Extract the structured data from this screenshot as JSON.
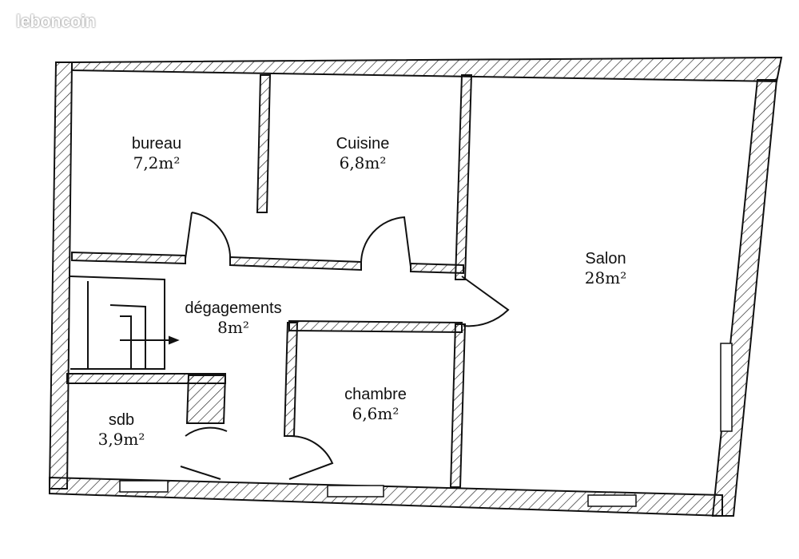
{
  "watermark": "leboncoin",
  "rooms": {
    "bureau": {
      "name": "bureau",
      "area": "7,2m²"
    },
    "cuisine": {
      "name": "Cuisine",
      "area": "6,8m²"
    },
    "salon": {
      "name": "Salon",
      "area": "28m²"
    },
    "degagements": {
      "name": "dégagements",
      "area": "8m²"
    },
    "chambre": {
      "name": "chambre",
      "area": "6,6m²"
    },
    "sdb": {
      "name": "sdb",
      "area": "3,9m²"
    }
  }
}
